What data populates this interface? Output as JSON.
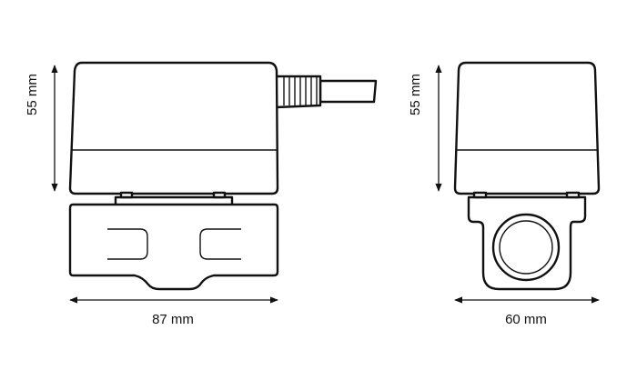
{
  "side_view": {
    "height_label": "55 mm",
    "width_label": "87 mm"
  },
  "front_view": {
    "height_label": "55 mm",
    "width_label": "60 mm"
  },
  "colors": {
    "line": "#111111",
    "background": "#ffffff"
  }
}
